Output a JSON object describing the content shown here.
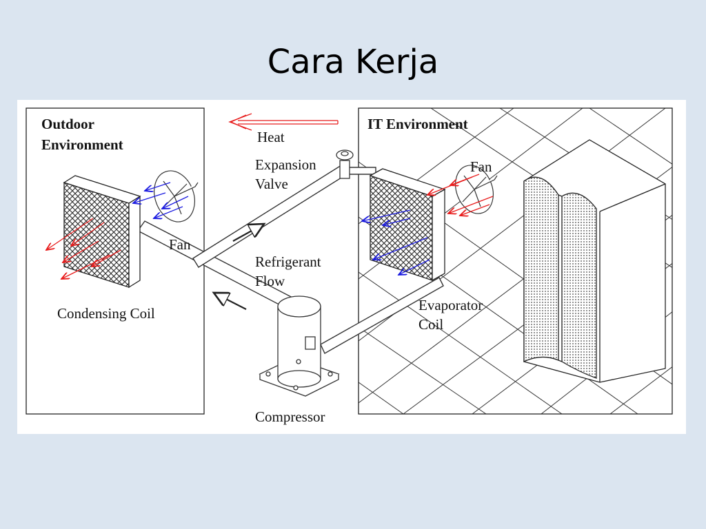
{
  "slide": {
    "title": "Cara Kerja"
  },
  "diagram": {
    "outdoor_label_line1": "Outdoor",
    "outdoor_label_line2": "Environment",
    "it_label": "IT Environment",
    "heat_label": "Heat",
    "expansion_line1": "Expansion",
    "expansion_line2": "Valve",
    "fan_left_label": "Fan",
    "fan_right_label": "Fan",
    "refrigerant_line1": "Refrigerant",
    "refrigerant_line2": "Flow",
    "condensing_label": "Condensing Coil",
    "evaporator_line1": "Evaporator",
    "evaporator_line2": "Coil",
    "compressor_label": "Compressor",
    "colors": {
      "hot_air": "#e81c1c",
      "cold_air": "#1c1ce0",
      "line": "#333333"
    }
  }
}
